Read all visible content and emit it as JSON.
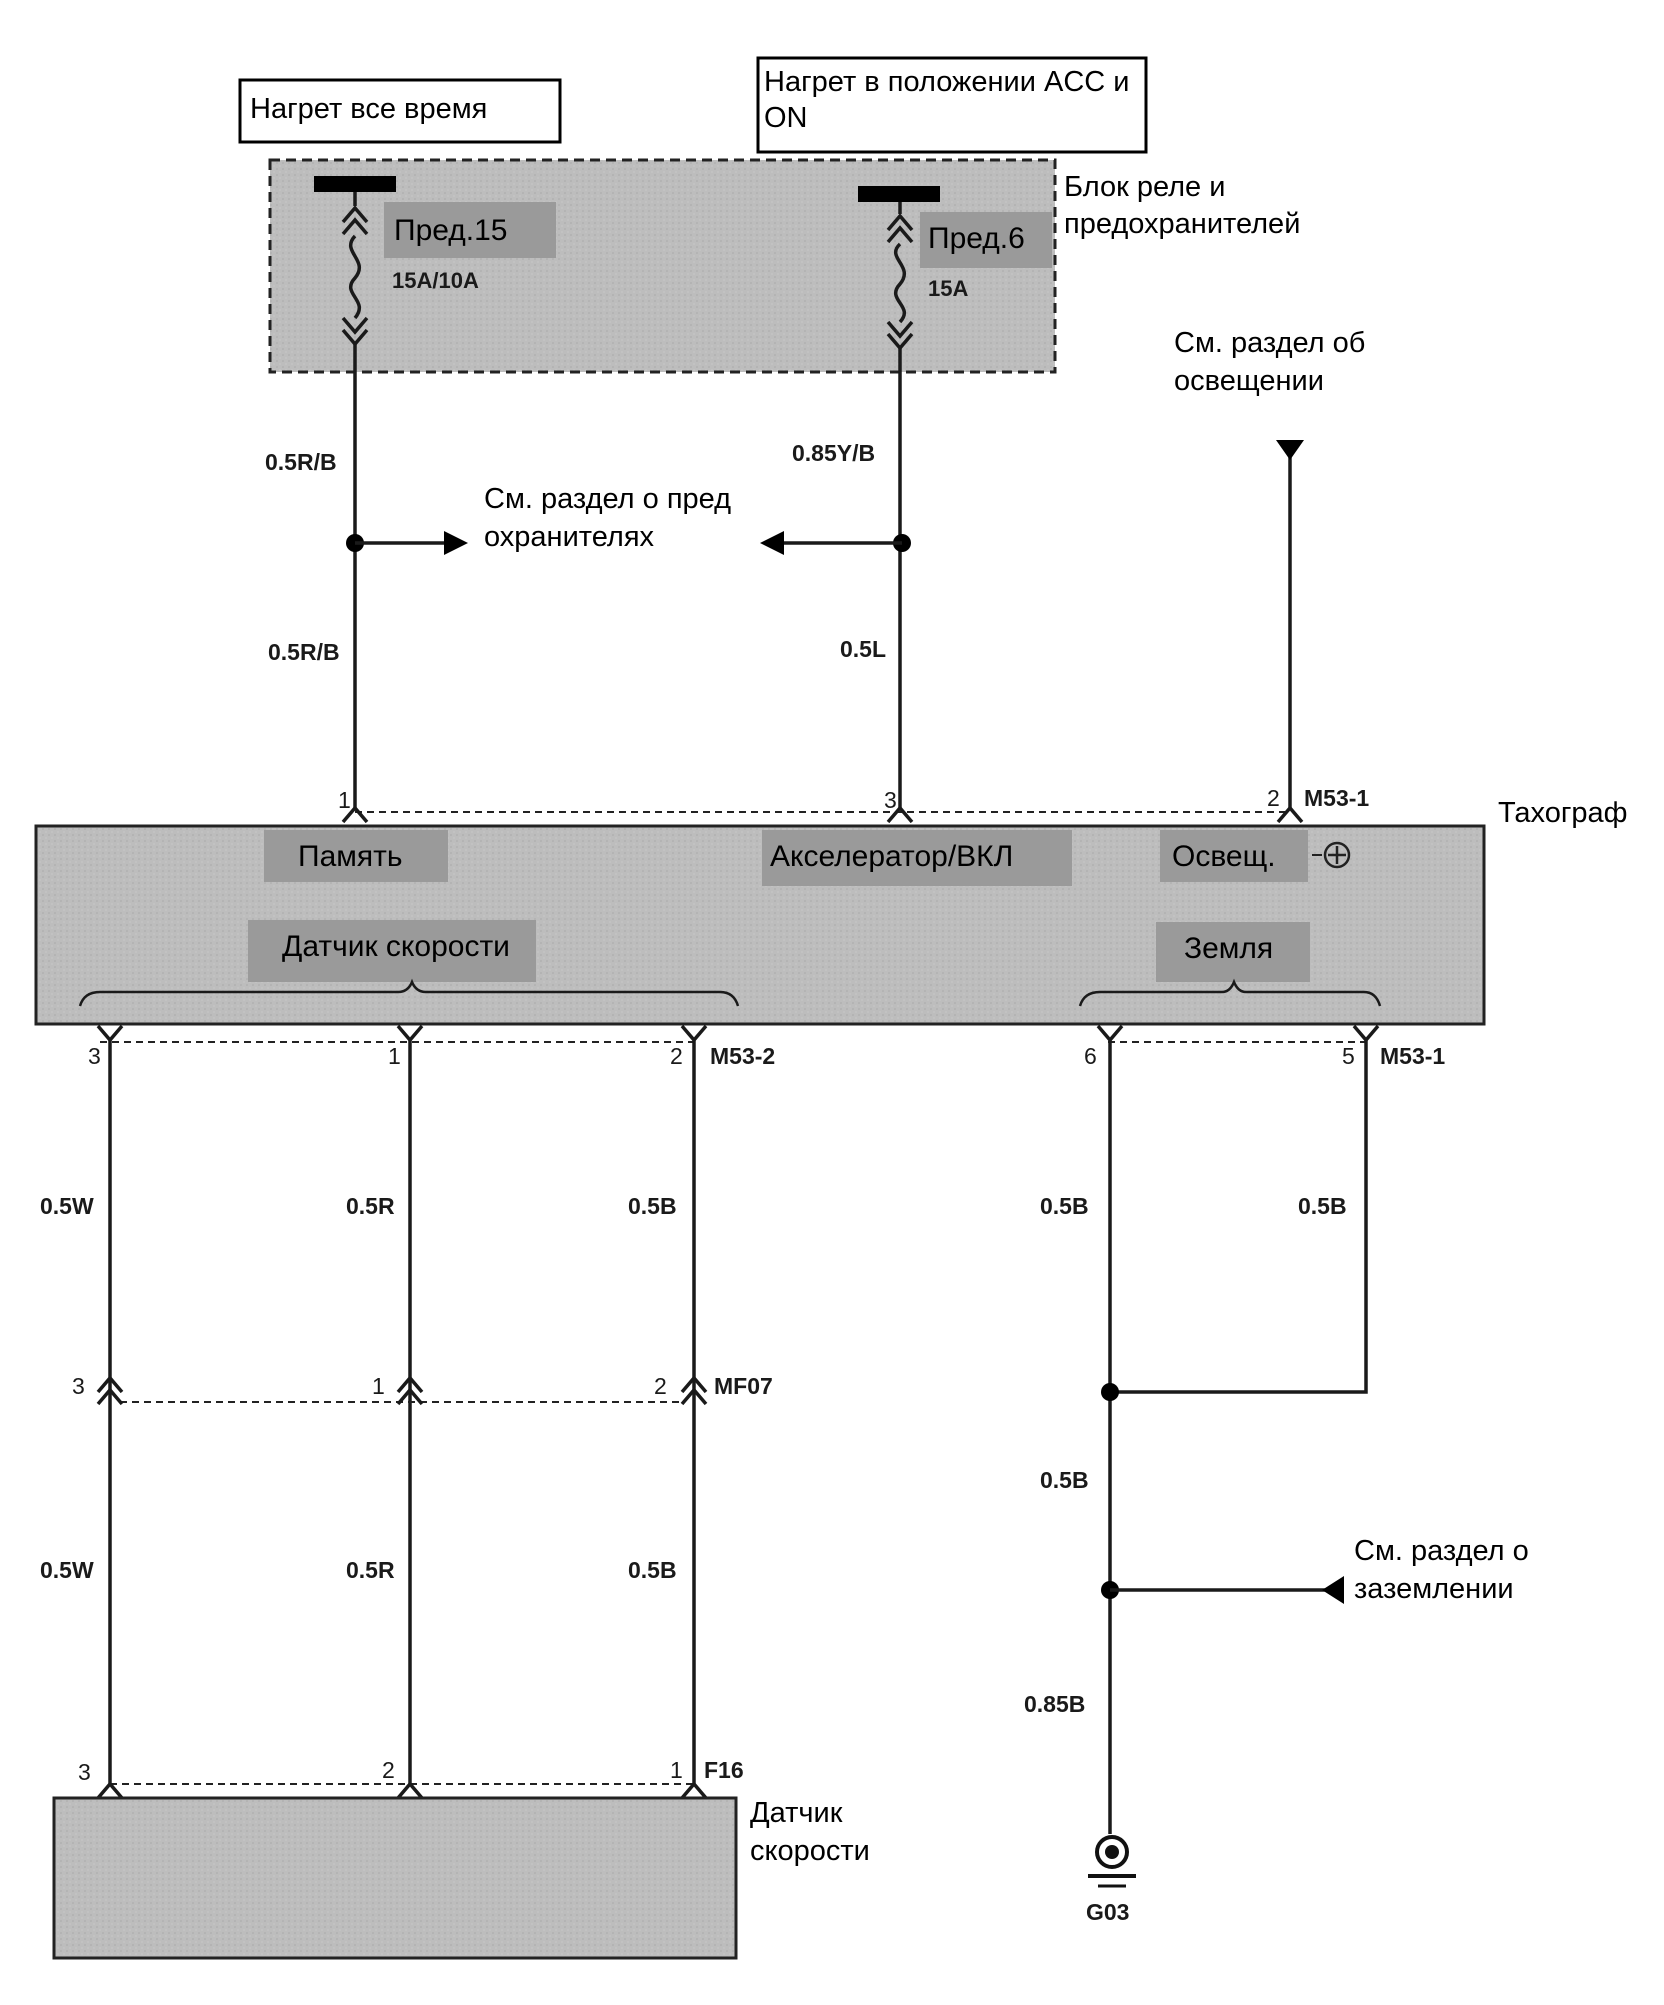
{
  "power_sources": {
    "always_hot": "Нагрет все время",
    "acc_on_hot": "Нагрет в положении ACC и ON"
  },
  "fuse_box": {
    "title": "Блок реле и предохранителей",
    "fuse_left": {
      "label": "Пред.15",
      "rating": "15A/10A"
    },
    "fuse_right": {
      "label": "Пред.6",
      "rating": "15A"
    }
  },
  "references": {
    "lighting": "См. раздел об освещении",
    "fuses": "См. раздел о предохранителях",
    "grounding": "См. раздел о заземлении"
  },
  "wires": {
    "r_b_top": "0.5R/B",
    "r_b_bottom": "0.5R/B",
    "y_b": "0.85Y/B",
    "l": "0.5L",
    "w_upper": "0.5W",
    "r_upper": "0.5R",
    "b_upper": "0.5B",
    "w_lower": "0.5W",
    "r_lower": "0.5R",
    "b_lower": "0.5B",
    "ground_left": "0.5B",
    "ground_right": "0.5B",
    "ground_mid": "0.5B",
    "ground_bottom": "0.85B"
  },
  "tachograph": {
    "title": "Тахограф",
    "memory": "Память",
    "accel_on": "Акселератор/ВКЛ",
    "illum": "Освещ.",
    "speed_sensor": "Датчик скорости",
    "ground": "Земля",
    "connector_top": "M53-1",
    "connector_bottom_left": "M53-2",
    "connector_bottom_right": "M53-1",
    "pins_top": [
      "1",
      "3",
      "2"
    ],
    "pins_bottom_left": [
      "3",
      "1",
      "2"
    ],
    "pins_bottom_right": [
      "6",
      "5"
    ]
  },
  "inline_connector": {
    "name": "MF07",
    "pins": [
      "3",
      "1",
      "2"
    ]
  },
  "speed_sensor": {
    "title": "Датчик скорости",
    "connector": "F16",
    "pins": [
      "3",
      "2",
      "1"
    ]
  },
  "ground_point": "G03"
}
